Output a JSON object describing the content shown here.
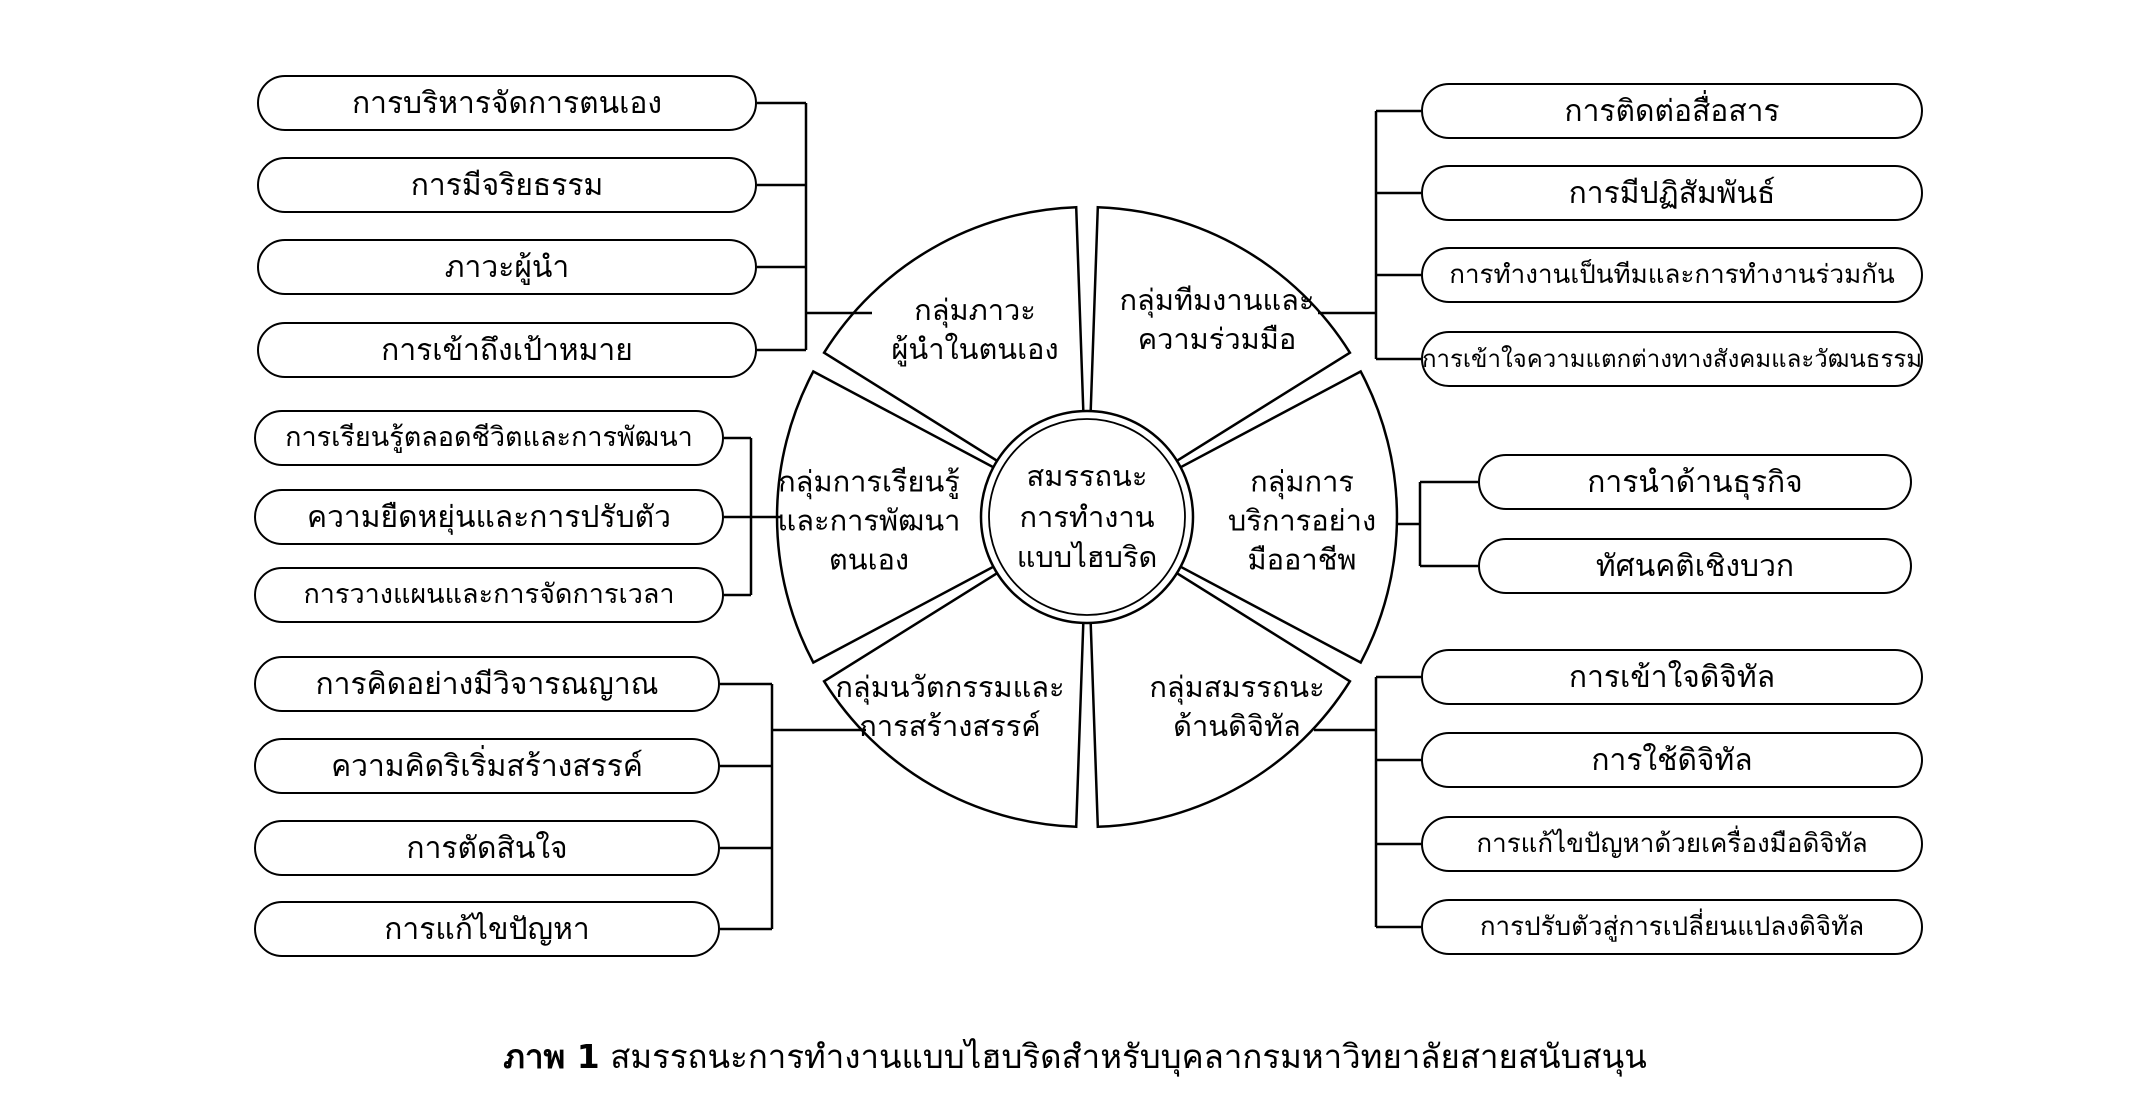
{
  "colors": {
    "line": "#000000",
    "box_fill": "#ffffff",
    "background": "#ffffff"
  },
  "center": {
    "label": "สมรรถนะ\nการทำงาน\nแบบไฮบริด"
  },
  "groups": {
    "leader_self": {
      "segment_label": "กลุ่มภาวะ\nผู้นำในตนเอง",
      "items": [
        "การบริหารจัดการตนเอง",
        "การมีจริยธรรม",
        "ภาวะผู้นำ",
        "การเข้าถึงเป้าหมาย"
      ]
    },
    "team_collab": {
      "segment_label": "กลุ่มทีมงานและ\nความร่วมมือ",
      "items": [
        "การติดต่อสื่อสาร",
        "การมีปฏิสัมพันธ์",
        "การทำงานเป็นทีมและการทำงานร่วมกัน",
        "การเข้าใจความแตกต่างทางสังคมและวัฒนธรรม"
      ]
    },
    "learning_dev": {
      "segment_label": "กลุ่มการเรียนรู้\nและการพัฒนา\nตนเอง",
      "items": [
        "การเรียนรู้ตลอดชีวิตและการพัฒนา",
        "ความยืดหยุ่นและการปรับตัว",
        "การวางแผนและการจัดการเวลา"
      ]
    },
    "service_prof": {
      "segment_label": "กลุ่มการ\nบริการอย่าง\nมืออาชีพ",
      "items": [
        "การนำด้านธุรกิจ",
        "ทัศนคติเชิงบวก"
      ]
    },
    "innovation": {
      "segment_label": "กลุ่มนวัตกรรมและ\nการสร้างสรรค์",
      "items": [
        "การคิดอย่างมีวิจารณญาณ",
        "ความคิดริเริ่มสร้างสรรค์",
        "การตัดสินใจ",
        "การแก้ไขปัญหา"
      ]
    },
    "digital": {
      "segment_label": "กลุ่มสมรรถนะ\nด้านดิจิทัล",
      "items": [
        "การเข้าใจดิจิทัล",
        "การใช้ดิจิทัล",
        "การแก้ไขปัญหาด้วยเครื่องมือดิจิทัล",
        "การปรับตัวสู่การเปลี่ยนแปลงดิจิทัล"
      ]
    }
  },
  "caption": {
    "bold": "ภาพ 1",
    "text": " สมรรถนะการทำงานแบบไฮบริดสำหรับบุคลากรมหาวิทยาลัยสายสนับสนุน"
  }
}
